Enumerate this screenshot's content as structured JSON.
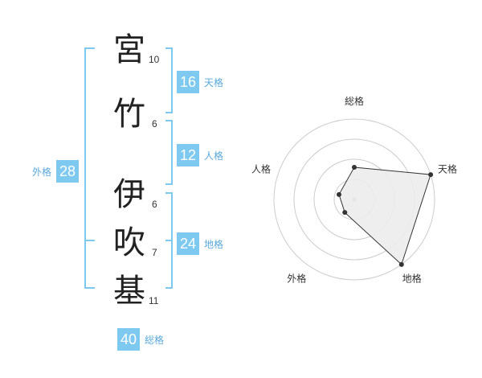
{
  "characters": [
    {
      "char": "宮",
      "strokes": "10"
    },
    {
      "char": "竹",
      "strokes": "6"
    },
    {
      "char": "伊",
      "strokes": "6"
    },
    {
      "char": "吹",
      "strokes": "7"
    },
    {
      "char": "基",
      "strokes": "11"
    }
  ],
  "kaku": {
    "tenkaku": {
      "value": "16",
      "label": "天格"
    },
    "jinkaku": {
      "value": "12",
      "label": "人格"
    },
    "chikaku": {
      "value": "24",
      "label": "地格"
    },
    "gaikaku": {
      "value": "28",
      "label": "外格"
    },
    "soukaku": {
      "value": "40",
      "label": "総格"
    }
  },
  "radar": {
    "axes": [
      "総格",
      "天格",
      "地格",
      "外格",
      "人格"
    ],
    "levels": 4,
    "values": [
      0.4,
      1.0,
      1.0,
      0.2,
      0.2
    ],
    "colors": {
      "ring": "#cccccc",
      "fill": "#ececec",
      "stroke": "#333333",
      "point": "#333333",
      "center": "#bbbbbb"
    }
  },
  "colors": {
    "bracket": "#7dc9f0",
    "badge": "#7dc9f0",
    "badge_label": "#5aa9da"
  }
}
